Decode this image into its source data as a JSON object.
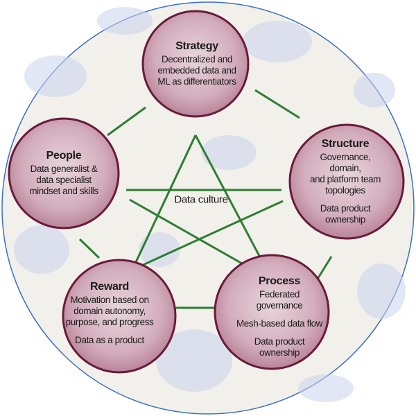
{
  "center_label": "Data culture",
  "colors": {
    "outer_border": "#3a6fc4",
    "background": "#f1f0eb",
    "circle_fill": "#c9a1b1",
    "circle_border": "#6b1a3a",
    "line": "#2e7d32"
  },
  "nodes": {
    "strategy": {
      "title": "Strategy",
      "lines": [
        "Decentralized and",
        "embedded data and",
        "ML as differentiators"
      ]
    },
    "people": {
      "title": "People",
      "lines": [
        "Data generalist &",
        "data specialist",
        "mindset and skills"
      ]
    },
    "structure": {
      "title": "Structure",
      "lines": [
        "Governance, domain,",
        "and platform team",
        "topologies"
      ],
      "extra": [
        "Data product",
        "ownership"
      ]
    },
    "reward": {
      "title": "Reward",
      "lines": [
        "Motivation based on",
        "domain autonomy,",
        "purpose, and progress"
      ],
      "extra": [
        "Data as a product"
      ]
    },
    "process": {
      "title": "Process",
      "lines": [
        "Federated",
        "governance"
      ],
      "extra": [
        "Mesh-based data flow"
      ],
      "extra2": [
        "Data product",
        "ownership"
      ]
    }
  }
}
